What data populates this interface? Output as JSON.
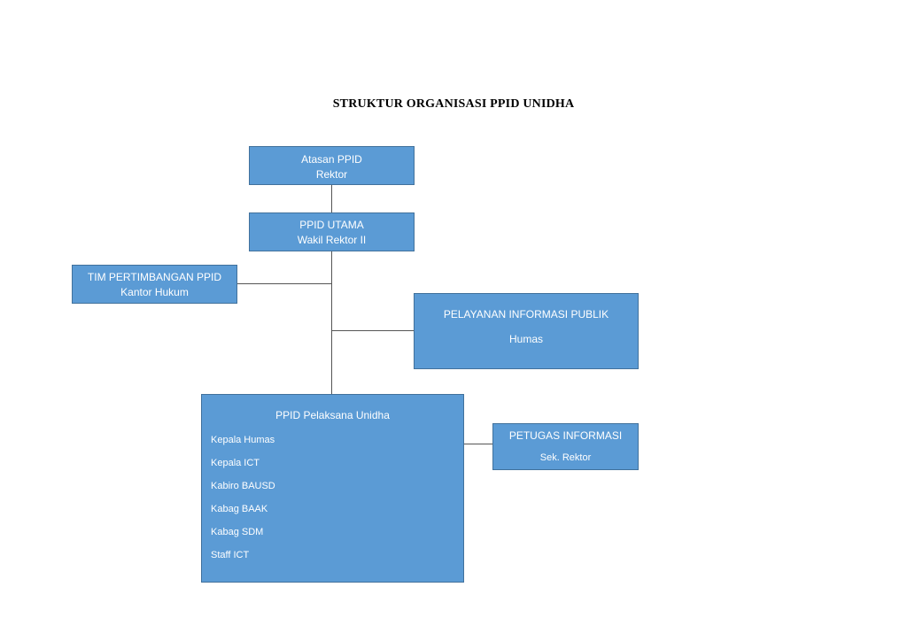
{
  "title": "STRUKTUR ORGANISASI PPID UNIDHA",
  "boxes": {
    "atasan": {
      "line1": "Atasan PPID",
      "line2": "Rektor"
    },
    "utama": {
      "line1": "PPID UTAMA",
      "line2": "Wakil Rektor II"
    },
    "tim": {
      "line1": "TIM PERTIMBANGAN PPID",
      "line2": "Kantor Hukum"
    },
    "pelayanan": {
      "line1": "PELAYANAN INFORMASI PUBLIK",
      "line2": "Humas"
    },
    "pelaksana": {
      "heading": "PPID Pelaksana Unidha",
      "members": [
        "Kepala Humas",
        "Kepala ICT",
        "Kabiro BAUSD",
        "Kabag BAAK",
        "Kabag SDM",
        "Staff ICT"
      ]
    },
    "petugas": {
      "line1": "PETUGAS INFORMASI",
      "line2": "Sek. Rektor"
    }
  },
  "colors": {
    "box_fill": "#5b9bd5",
    "box_border": "#41719c",
    "box_text": "#ffffff",
    "connector": "#555555"
  }
}
